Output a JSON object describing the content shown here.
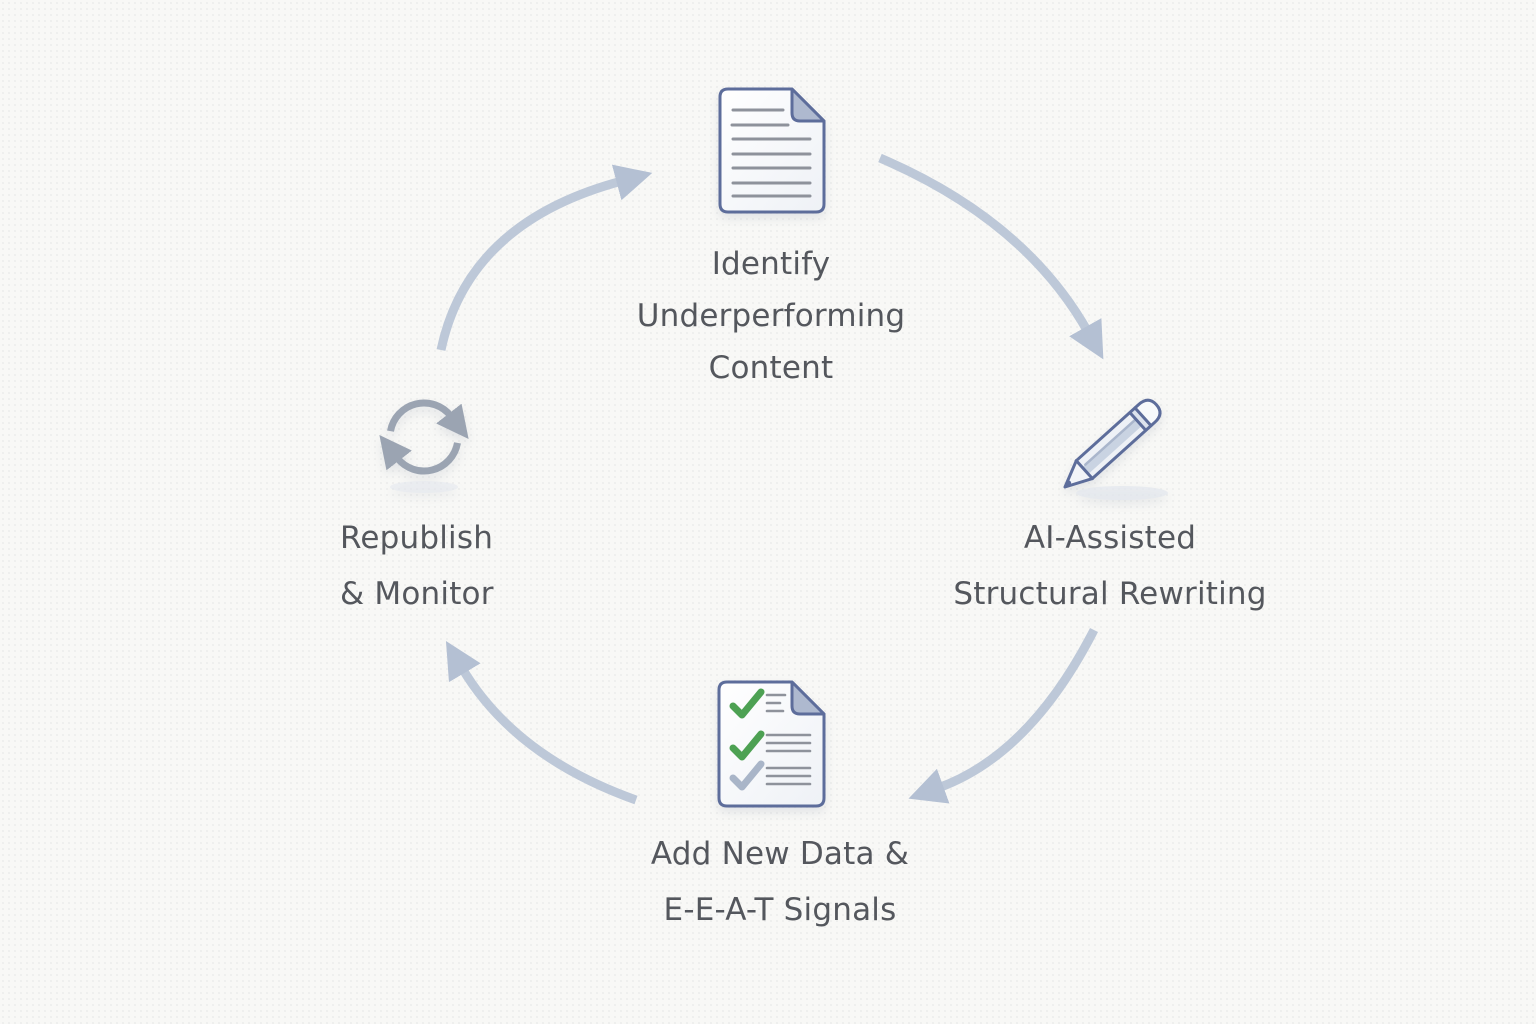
{
  "diagram_type": "cycle",
  "colors": {
    "background": "#f8f8f6",
    "text": "#54575d",
    "arrow": "#bdc8d8",
    "arrow_head": "#b4c0d3",
    "icon_outline": "#5d6d9b",
    "icon_fill": "#fdfdfe",
    "icon_fill_shade": "#eef1f6",
    "fold": "#aeb9cf",
    "doc_line": "#8e929b",
    "check_green": "#4da153",
    "check_muted": "#a9b5c8",
    "refresh_gray": "#9ba4b2",
    "pencil_stripe": "#c9d3e2"
  },
  "cycle": {
    "direction": "clockwise",
    "nodes": [
      {
        "id": "identify",
        "position": "top",
        "icon": "document-icon",
        "lines": [
          "Identify",
          "Underperforming",
          "Content"
        ]
      },
      {
        "id": "rewrite",
        "position": "right",
        "icon": "pencil-icon",
        "lines": [
          "AI-Assisted",
          "Structural Rewriting"
        ]
      },
      {
        "id": "add-data",
        "position": "bottom",
        "icon": "checklist-icon",
        "lines": [
          "Add New Data &",
          "E-E-A-T Signals"
        ]
      },
      {
        "id": "republish",
        "position": "left",
        "icon": "refresh-icon",
        "lines": [
          "Republish",
          "& Monitor"
        ]
      }
    ]
  }
}
